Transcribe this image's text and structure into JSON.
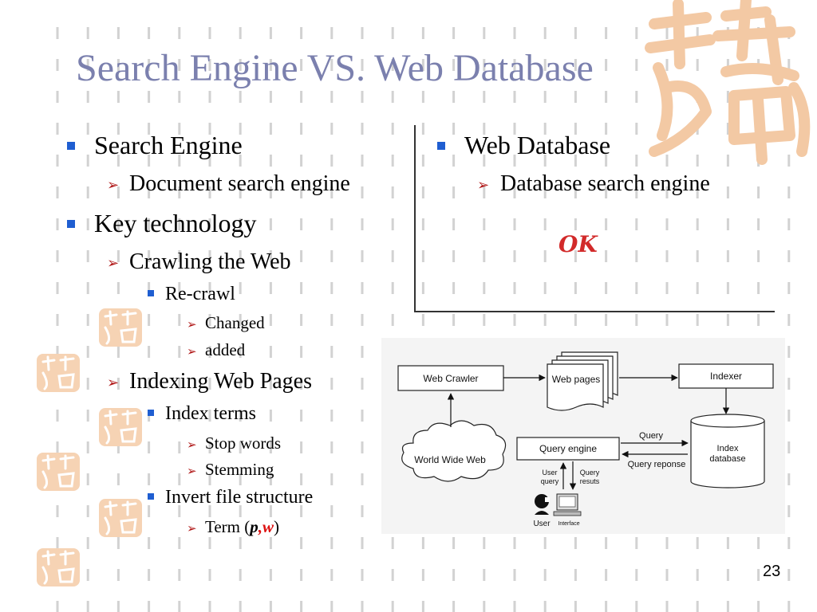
{
  "title": "Search Engine VS. Web Database",
  "left": {
    "search_engine": "Search Engine",
    "document_search_engine": "Document search engine",
    "key_technology": "Key technology",
    "crawling_the_web": "Crawling the Web",
    "recrawl": "Re-crawl",
    "changed": "Changed",
    "added": "added",
    "indexing_web_pages": "Indexing Web Pages",
    "index_terms": "Index terms",
    "stop_words": "Stop words",
    "stemming": "Stemming",
    "invert_file_structure": "Invert file structure",
    "term_prefix": "Term (",
    "term_p": "p",
    "term_comma": ",",
    "term_w": "w",
    "term_suffix": ")"
  },
  "right": {
    "web_database": "Web Database",
    "database_search_engine": "Database search engine",
    "ok": "OK"
  },
  "diagram": {
    "web_crawler": "Web Crawler",
    "web_pages": "Web pages",
    "indexer": "Indexer",
    "world_wide_web": "World Wide Web",
    "query_engine": "Query engine",
    "query": "Query",
    "query_reponse": "Query reponse",
    "index_db_line1": "Index",
    "index_db_line2": "database",
    "user_query_line1": "User",
    "user_query_line2": "query",
    "query_results_line1": "Query",
    "query_results_line2": "resuts",
    "user": "User",
    "interface": "Interface"
  },
  "page_number": "23",
  "colors": {
    "title": "#7b80ae",
    "bullet_square": "#1f5ed1",
    "arrow_bullet": "#b01818",
    "ok": "#d22a2a",
    "seal": "#f3c9a4"
  }
}
